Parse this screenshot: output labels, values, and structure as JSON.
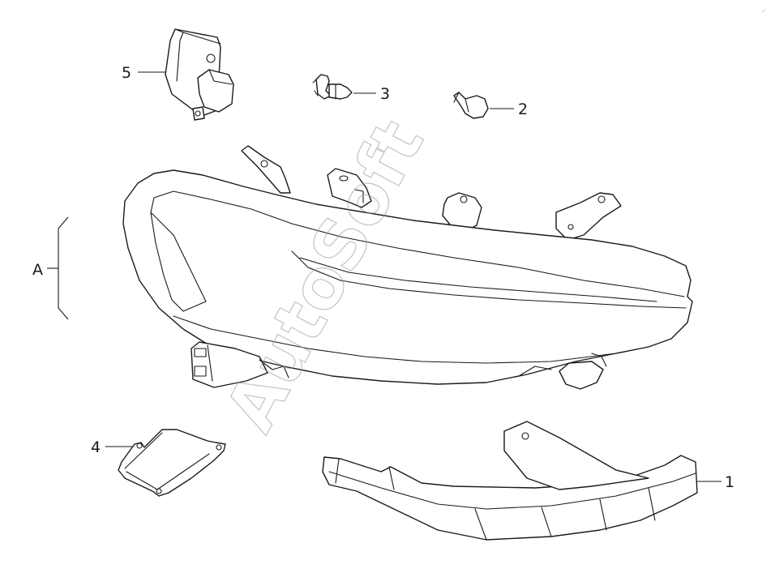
{
  "diagram": {
    "callouts": {
      "part_1": "1",
      "part_2": "2",
      "part_3": "3",
      "part_4": "4",
      "part_5": "5",
      "group_a": "A"
    },
    "watermark": "AutoSoft",
    "corner_mark": "..."
  }
}
